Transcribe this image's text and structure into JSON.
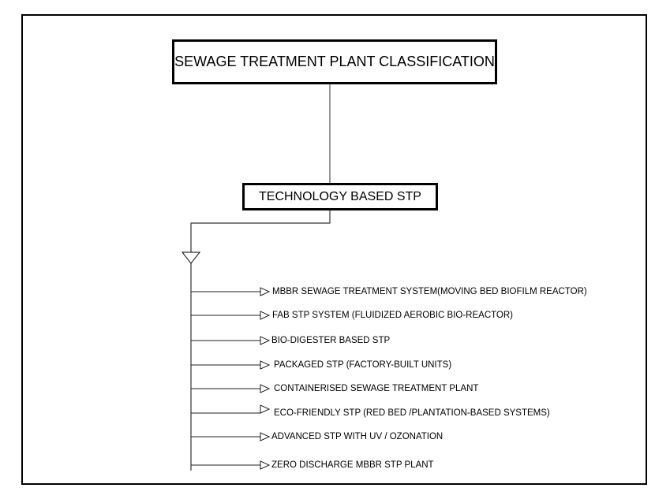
{
  "root": {
    "label": "SEWAGE TREATMENT PLANT CLASSIFICATION"
  },
  "category": {
    "label": "TECHNOLOGY BASED STP"
  },
  "items": [
    {
      "label": "MBBR SEWAGE TREATMENT SYSTEM(MOVING BED BIOFILM REACTOR)"
    },
    {
      "label": "FAB STP SYSTEM (FLUIDIZED AEROBIC BIO-REACTOR)"
    },
    {
      "label": "BIO-DIGESTER BASED STP"
    },
    {
      "label": "PACKAGED STP (FACTORY-BUILT UNITS)"
    },
    {
      "label": "CONTAINERISED SEWAGE TREATMENT PLANT"
    },
    {
      "label": "ECO-FRIENDLY STP (RED BED /PLANTATION-BASED SYSTEMS)"
    },
    {
      "label": "ADVANCED STP WITH UV / OZONATION"
    },
    {
      "label": "ZERO DISCHARGE MBBR STP PLANT"
    }
  ]
}
